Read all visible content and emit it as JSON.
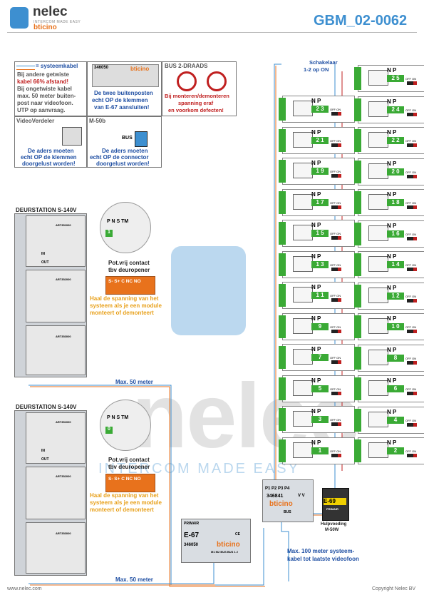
{
  "header": {
    "brand": "nelec",
    "brand_sub": "INTERCOM MADE EASY",
    "brand_partner": "bticino",
    "doc_code": "GBM_02-0062"
  },
  "legend": {
    "cable_label": "= systeemkabel",
    "cable_text": [
      "Bij andere getwiste",
      "kabel 66% afstand!",
      "Bij ongetwiste kabel",
      "max. 50 meter buiten-",
      "post naar videofoon.",
      "UTP op aanvraag."
    ]
  },
  "terminal_box": {
    "code": "346050",
    "brand": "bticino",
    "text": [
      "De twee buitenposten",
      "echt OP de klemmen",
      "van E-67 aansluiten!"
    ]
  },
  "bus_box": {
    "title": "BUS 2-DRAADS",
    "text": [
      "Bij monteren/demonteren",
      "spanning eraf",
      "en voorkom defecten!"
    ]
  },
  "videoverdeler": {
    "title": "VideoVerdeler",
    "text": [
      "De aders moeten",
      "echt OP de klemmen",
      "doorgelust worden!"
    ]
  },
  "m50b": {
    "title": "M-50b",
    "bus": "BUS",
    "text": [
      "De aders moeten",
      "echt OP de connector",
      "doorgelust worden!"
    ]
  },
  "switch_note": [
    "Schakelaar",
    "1-2 op ON"
  ],
  "stations": [
    {
      "title": "DEURSTATION S-140V",
      "dip_labels": "P N S TM",
      "dip_value": "1",
      "relay_title": [
        "Pot.vrij contact",
        "tbv deuropener"
      ],
      "relay_terms": "S- S+ C NC NO",
      "note": [
        "Haal de spanning van het",
        "systeem als je een module",
        "monteert of demonteert"
      ],
      "module_code": "ART351000",
      "module_code2": "ART352000",
      "module_code3": "ART353000",
      "in": "IN",
      "out": "OUT"
    },
    {
      "title": "DEURSTATION S-140V",
      "dip_labels": "P N S TM",
      "dip_value": "0",
      "relay_title": [
        "Pot.vrij contact",
        "tbv deuropener"
      ],
      "relay_terms": "S- S+ C NC NO",
      "note": [
        "Haal de spanning van het",
        "systeem als je een module",
        "monteert of demonteert"
      ],
      "module_code": "ART351000",
      "module_code2": "ART352000",
      "module_code3": "ART353000",
      "in": "IN",
      "out": "OUT"
    }
  ],
  "distance_labels": [
    "Max. 50 meter",
    "Max. 50 meter"
  ],
  "monitors": {
    "labels": {
      "n": "N",
      "p": "P",
      "off_on": "OFF ON"
    },
    "left": [
      "2 3",
      "2 1",
      "1 9",
      "1 7",
      "1 5",
      "1 3",
      "1 1",
      "9",
      "7",
      "5",
      "3",
      "1"
    ],
    "right": [
      "2 5",
      "2 4",
      "2 2",
      "2 0",
      "1 8",
      "1 6",
      "1 4",
      "1 2",
      "1 0",
      "8",
      "6",
      "4",
      "2"
    ]
  },
  "e67": {
    "title": "E-67",
    "primair": "PRIMAIR",
    "code": "346050",
    "brand": "bticino",
    "ce": "CE",
    "terminals": "M1 M2 BUS BUS 1 2"
  },
  "splitter": {
    "ports": "P1 P2 P3 P4",
    "code": "346841",
    "vv": "V V",
    "brand": "bticino",
    "bus": "BUS"
  },
  "psu": {
    "title": "E-69",
    "code": "PRIMAIR",
    "caption": [
      "Hulpvoeding",
      "M-50W"
    ]
  },
  "bottom_note": [
    "Max. 100 meter systeem-",
    "kabel tot laatste videofoon"
  ],
  "watermark": {
    "word": "nelec",
    "sub": "INTERCOM MADE EASY"
  },
  "footer": {
    "left": "www.nelec.com",
    "right": "Copyright Nelec BV"
  },
  "colors": {
    "brand_blue": "#3d8fd0",
    "text_blue": "#1f4fa3",
    "red": "#c02020",
    "green": "#3aaa35",
    "orange": "#e8721c"
  }
}
